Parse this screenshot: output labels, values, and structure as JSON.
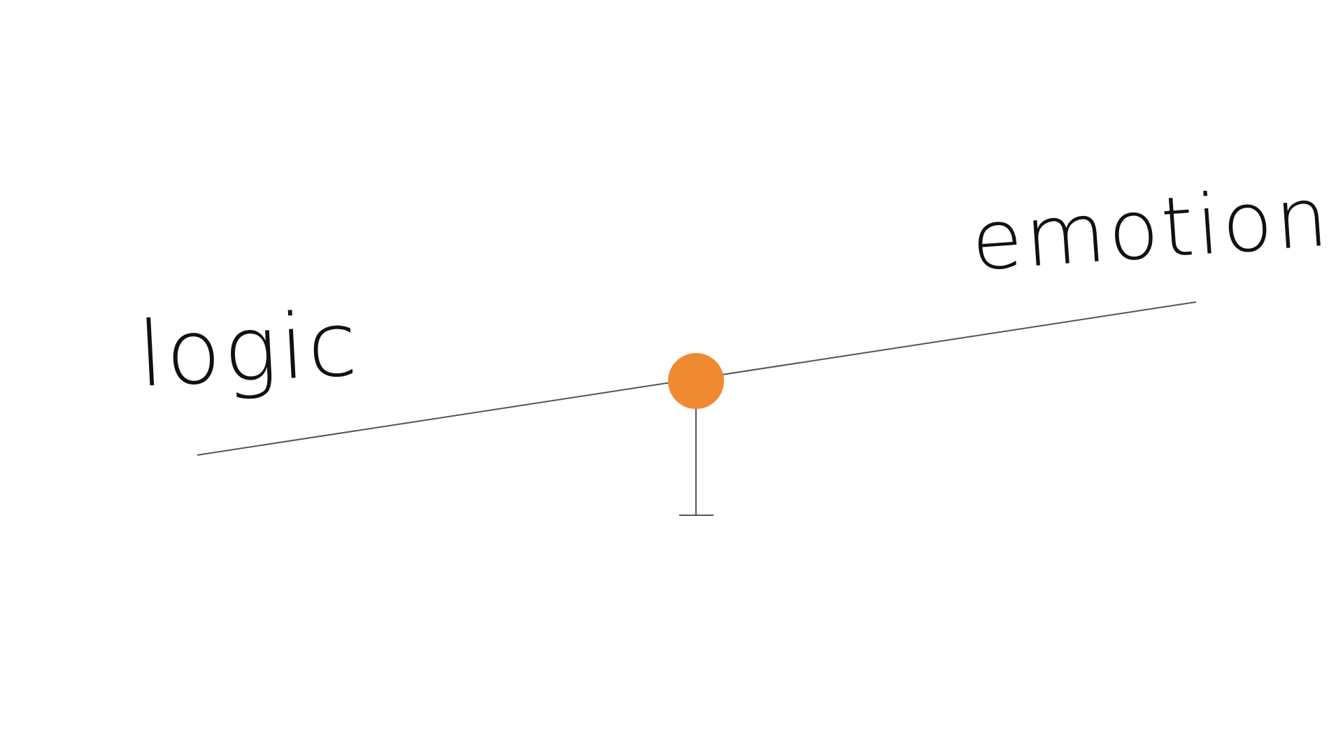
{
  "labels": {
    "left": "logic",
    "right": "emotion"
  },
  "colors": {
    "background": "#ffffff",
    "beam": "#555555",
    "pivot": "#f08a32",
    "text": "#111111"
  },
  "icons": {
    "pivot": "orange-circle-fulcrum",
    "stand": "t-shaped-stand"
  }
}
